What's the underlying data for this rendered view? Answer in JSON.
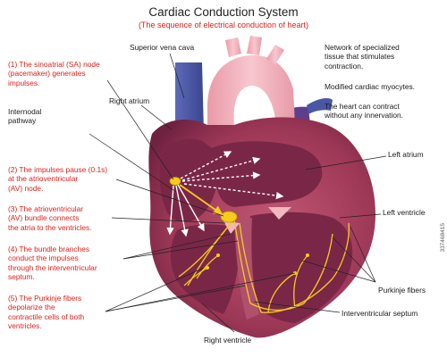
{
  "title": "Cardiac Conduction System",
  "subtitle": "(The sequence of electrical conduction of heart)",
  "left_steps": [
    "(1) The sinoatrial (SA) node\n(pacemaker) generates\nimpulses.",
    "Internodal\npathway",
    "(2) The impulses pause (0.1s)\nat the atrioventricular\n(AV) node.",
    "(3) The atrioventricular\n(AV) bundle connects\nthe atria to the ventricles.",
    "(4) The bundle branches\nconduct the impulses\nthrough the interventricular\nseptum.",
    "(5) The Purkinje fibers\ndepolarize the\ncontractile cells of both\nventricles."
  ],
  "labels": {
    "superior_vena_cava": "Superior vena cava",
    "right_atrium": "Right atrium",
    "left_atrium": "Left atrium",
    "left_ventricle": "Left ventricle",
    "purkinje_fibers": "Purkinje fibers",
    "interventricular_septum": "Interventricular septum",
    "right_ventricle": "Right ventricle"
  },
  "notes": [
    "Network of specialized\ntissue that stimulates\ncontraction.",
    "Modified cardiac myocytes.",
    "The heart can contract\nwithout any innervation."
  ],
  "watermark": "337468415",
  "colors": {
    "step_text": "#e0201a",
    "aorta": "#f3b3be",
    "heart_outer": "#a4405a",
    "heart_inner": "#7a2747",
    "conduction": "#f5cc1c",
    "vena_cava": "#4a57a5"
  }
}
